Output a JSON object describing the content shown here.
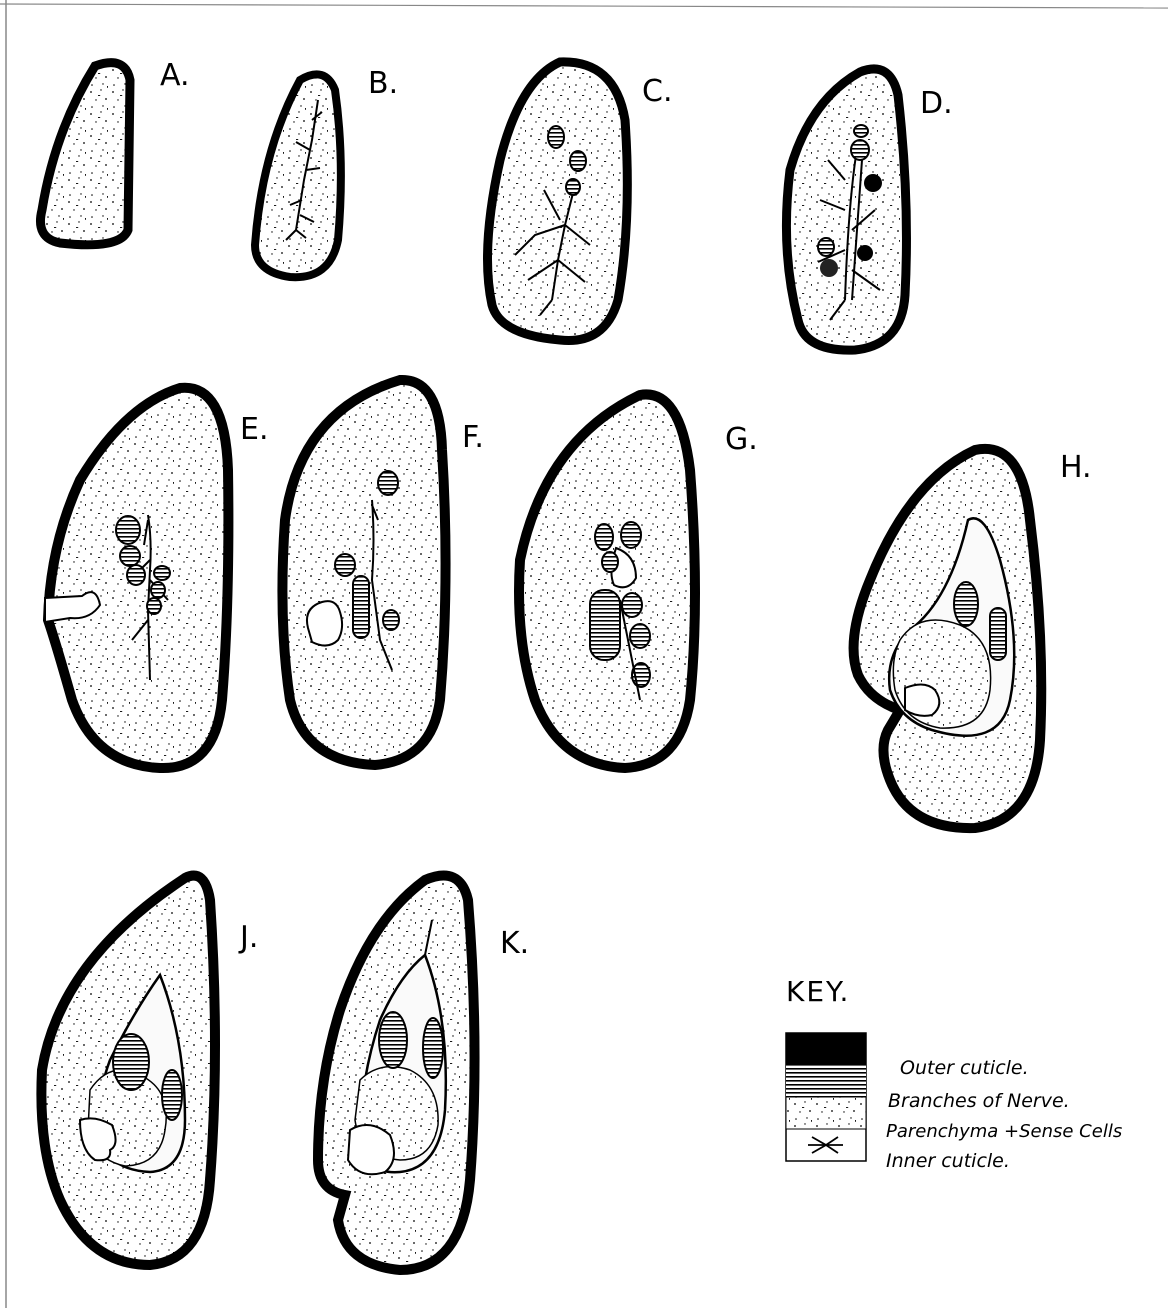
{
  "sections": [
    {
      "id": "A",
      "label": "A."
    },
    {
      "id": "B",
      "label": "B."
    },
    {
      "id": "C",
      "label": "C."
    },
    {
      "id": "D",
      "label": "D."
    },
    {
      "id": "E",
      "label": "E."
    },
    {
      "id": "F",
      "label": "F."
    },
    {
      "id": "G",
      "label": "G."
    },
    {
      "id": "H",
      "label": "H."
    },
    {
      "id": "J",
      "label": "J."
    },
    {
      "id": "K",
      "label": "K."
    }
  ],
  "key": {
    "title": "KEY.",
    "items": [
      {
        "label": "Outer cuticle.",
        "swatch": "solid-black"
      },
      {
        "label": "Branches of Nerve.",
        "swatch": "horizontal-stripes"
      },
      {
        "label": "Parenchyma +Sense Cells",
        "swatch": "stipple"
      },
      {
        "label": "Inner cuticle.",
        "swatch": "cell-outline"
      }
    ]
  },
  "colors": {
    "ink": "#000000",
    "paper": "#ffffff"
  }
}
